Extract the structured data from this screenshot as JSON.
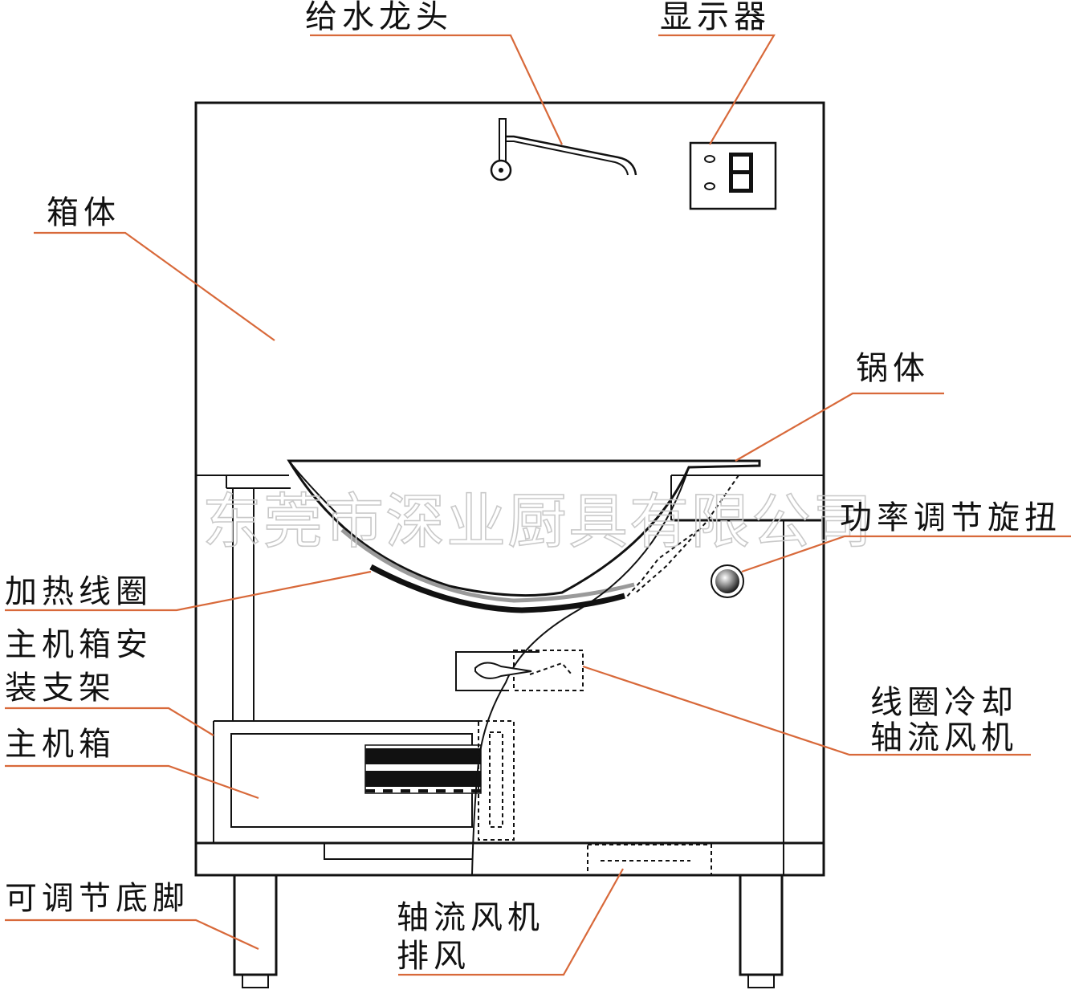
{
  "labels": {
    "faucet": "给水龙头",
    "display": "显示器",
    "cabinet": "箱体",
    "pot": "锅体",
    "knob": "功率调节旋扭",
    "coil": "加热线圈",
    "bracket_line1": "主机箱安",
    "bracket_line2": "装支架",
    "mainbox": "主机箱",
    "fan_line1": "线圈冷却",
    "fan_line2": "轴流风机",
    "feet": "可调节底脚",
    "exhaust_line1": "轴流风机",
    "exhaust_line2": "排风"
  },
  "watermark": "东莞市深业厨具有限公司",
  "colors": {
    "leader": "#d8693a",
    "ink": "#111111",
    "watermark": "#c9c9c9"
  }
}
